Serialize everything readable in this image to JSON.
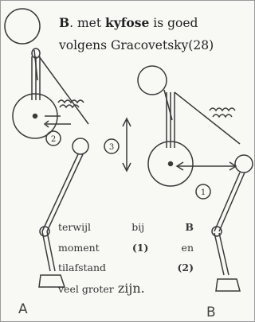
{
  "title": {
    "line1_pre": "B",
    "line1_mid": ". met ",
    "line1_bold": "kyfose",
    "line1_post": " is goed",
    "line2": "volgens Gracovetsky(28)"
  },
  "note": {
    "line1": [
      "terwijl",
      "bij",
      "B"
    ],
    "line2": [
      "moment",
      "(1)",
      "en"
    ],
    "line3": [
      "tilafstand",
      "(2)"
    ],
    "line4_a": "veel groter",
    "line4_b": " zijn."
  },
  "markers": {
    "m1": "1",
    "m2": "2",
    "m3": "3"
  },
  "labels": {
    "figA": "A",
    "figB": "B"
  }
}
